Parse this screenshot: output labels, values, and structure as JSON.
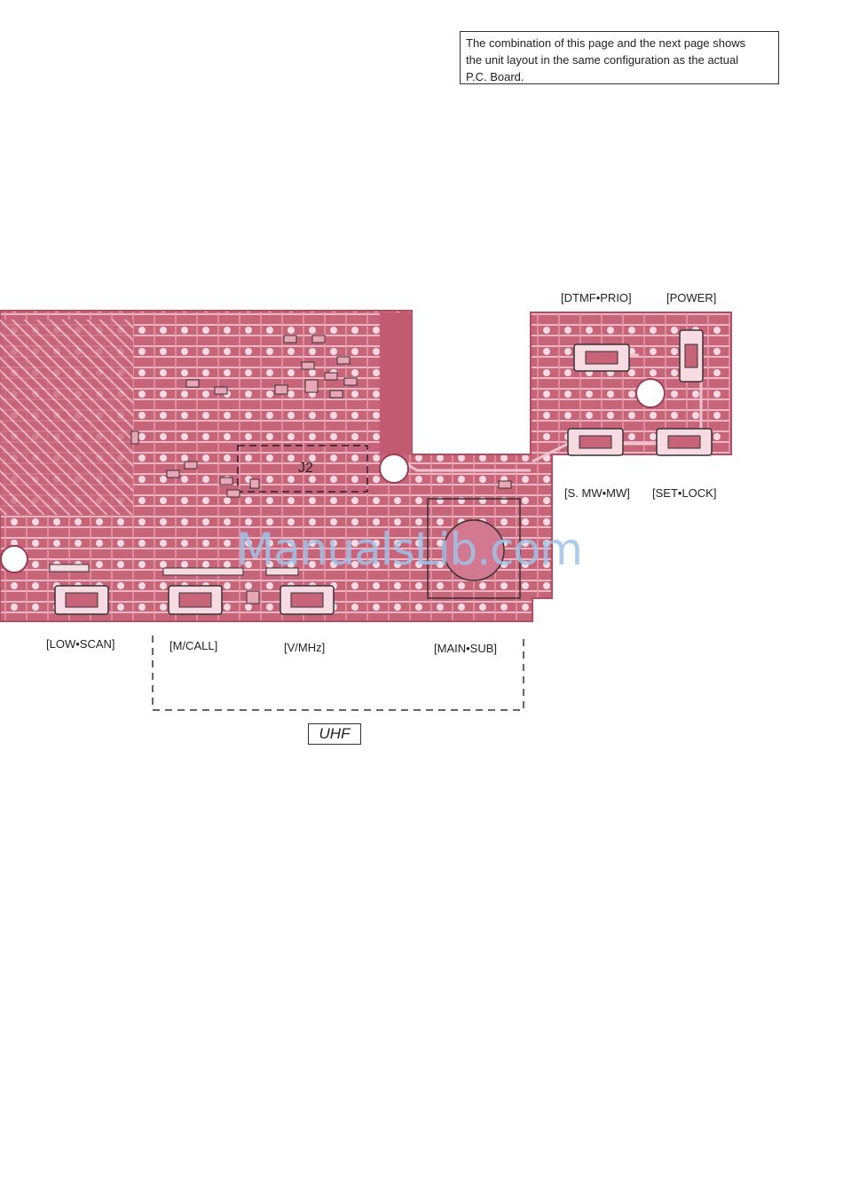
{
  "note": {
    "lines": [
      "The combination of this page and the next page shows",
      "the unit layout in the same configuration as the actual",
      "P.C. Board."
    ]
  },
  "labels": {
    "dtmf_prio": "[DTMF•PRIO]",
    "power": "[POWER]",
    "s_mw_mw": "[S. MW•MW]",
    "set_lock": "[SET•LOCK]",
    "low_scan": "[LOW•SCAN]",
    "m_call": "[M/CALL]",
    "v_mhz": "[V/MHz]",
    "main_sub": "[MAIN•SUB]",
    "uhf": "UHF",
    "j2": "J2"
  },
  "watermark": "ManualsLib.com",
  "colors": {
    "board": "#c7647a",
    "trace": "#f2c2cd",
    "pad": "#f7dbe2",
    "outline": "#333333"
  }
}
